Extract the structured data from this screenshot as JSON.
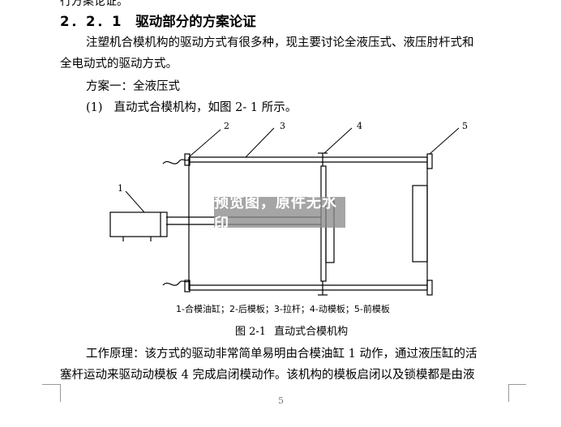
{
  "prev_line": "行方案论证。",
  "section": {
    "number": "2．2．1",
    "title": "驱动部分的方案论证"
  },
  "paragraph1": {
    "line1": "注塑机合模机构的驱动方式有很多种，现主要讨论全液压式、液压肘杆式和",
    "line2": "全电动式的驱动方式。"
  },
  "scheme_title": "方案一：全液压式",
  "item1": {
    "index": "(1)",
    "text": "直动式合模机构，如图 2- 1 所示。"
  },
  "diagram": {
    "labels": [
      "1",
      "2",
      "3",
      "4",
      "5"
    ],
    "parts_caption": "1-合模油缸；2-后模板；3-拉杆；4-动模板；5-前模板",
    "figure_number": "图 2-1",
    "figure_title": "直动式合模机构"
  },
  "watermark": "预览图，原件无水印",
  "paragraph2": {
    "line1": "工作原理：该方式的驱动非常简单易明由合模油缸 1 动作，通过液压缸的活",
    "line2": "塞杆运动来驱动动模板 4 完成启闭模动作。该机构的模板启闭以及锁模都是由液"
  },
  "page_number": "5"
}
